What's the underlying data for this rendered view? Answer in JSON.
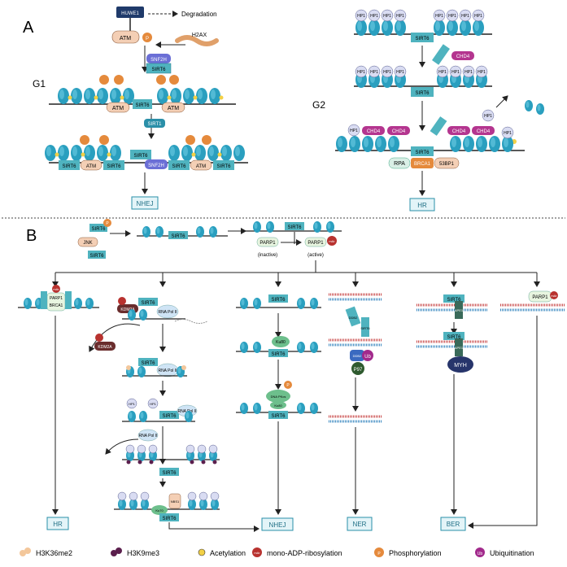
{
  "panels": {
    "a": "A",
    "b": "B",
    "g1": "G1",
    "g2": "G2"
  },
  "proteins": {
    "huwe1": "HUWE1",
    "atm": "ATM",
    "h2ax": "H2AX",
    "snf2h": "SNF2H",
    "sirt6": "SIRT6",
    "sirt1": "SIRT1",
    "hp1": "HP1",
    "chd4": "CHD4",
    "rpa": "RPA",
    "brca1": "BRCA1",
    "bp53": "53BP1",
    "jnk": "JNK",
    "parp1": "PARP1",
    "kdm2a": "KDM2A",
    "rnapol": "RNA Pol II",
    "ku80": "Ku80",
    "dnapkcs": "DNA PKcs",
    "ku70": "Ku70",
    "nbs1": "NBS1",
    "mre11": "MRE11",
    "ddb2": "DDB2",
    "p97": "P97",
    "ub": "Ub",
    "ape1": "APE1",
    "myh": "MYH",
    "p": "P",
    "mar": "mAr"
  },
  "labels": {
    "degradation": "Degradation",
    "inactive": "(inactive)",
    "active": "(active)"
  },
  "outcomes": {
    "nhej": "NHEJ",
    "hr": "HR",
    "ner": "NER",
    "ber": "BER"
  },
  "legend": [
    {
      "key": "h3k36me2",
      "label": "H3K36me2",
      "color": "#f3c79b"
    },
    {
      "key": "h3k9me3",
      "label": "H3K9me3",
      "color": "#5b1f4d"
    },
    {
      "key": "acetylation",
      "label": "Acetylation",
      "color": "#f2d046"
    },
    {
      "key": "madp",
      "label": "mono-ADP-ribosylation",
      "color": "#b8322f"
    },
    {
      "key": "phos",
      "label": "Phosphorylation",
      "color": "#e58a3c"
    },
    {
      "key": "ubiq",
      "label": "Ubiquitination",
      "color": "#a22a8c"
    }
  ],
  "colors": {
    "nucleosome": "#2a9fbf",
    "sirt6_fill": "#4fb3bf",
    "outcome_border": "#2a8fa8",
    "outcome_fill": "#e3f4f8",
    "dna": "#222222",
    "chd4": "#b4358f",
    "snf2h": "#6b6fd6"
  }
}
